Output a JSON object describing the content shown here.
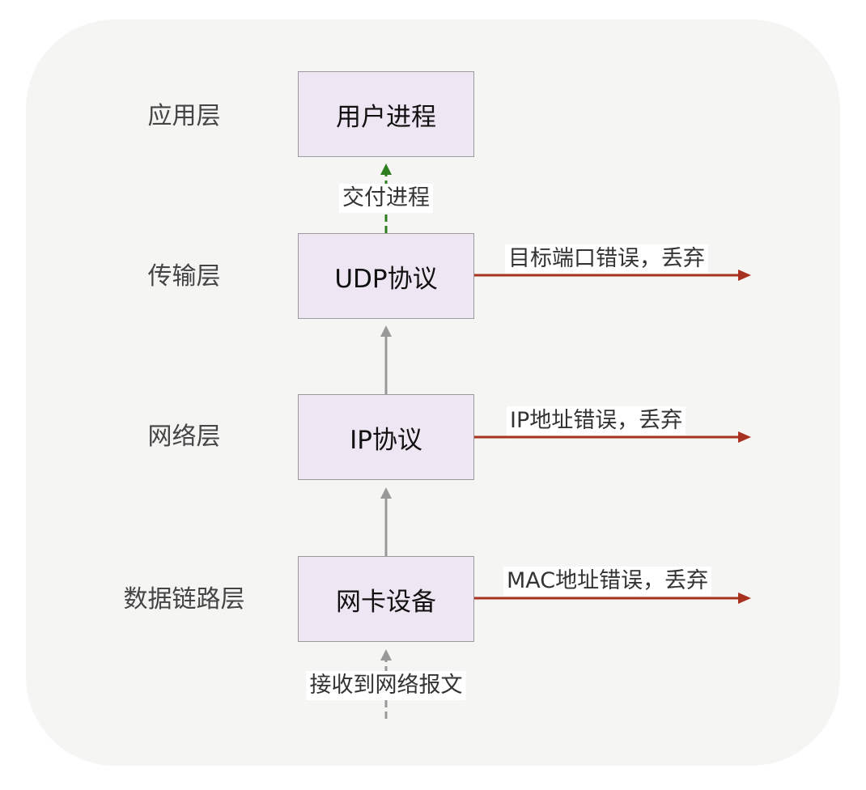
{
  "layers": [
    {
      "label": "应用层",
      "box": "用户进程"
    },
    {
      "label": "传输层",
      "box": "UDP协议"
    },
    {
      "label": "网络层",
      "box": "IP协议"
    },
    {
      "label": "数据链路层",
      "box": "网卡设备"
    }
  ],
  "edges": {
    "deliver": "交付进程",
    "receive": "接收到网络报文"
  },
  "discards": [
    "目标端口错误，丢弃",
    "IP地址错误，丢弃",
    "MAC地址错误，丢弃"
  ],
  "colors": {
    "panel": "#f5f5f3",
    "box_fill": "#eee6f3",
    "box_border": "#9b9b9b",
    "arrow_gray": "#999999",
    "arrow_green": "#2e7d1f",
    "arrow_red": "#a8321f"
  }
}
